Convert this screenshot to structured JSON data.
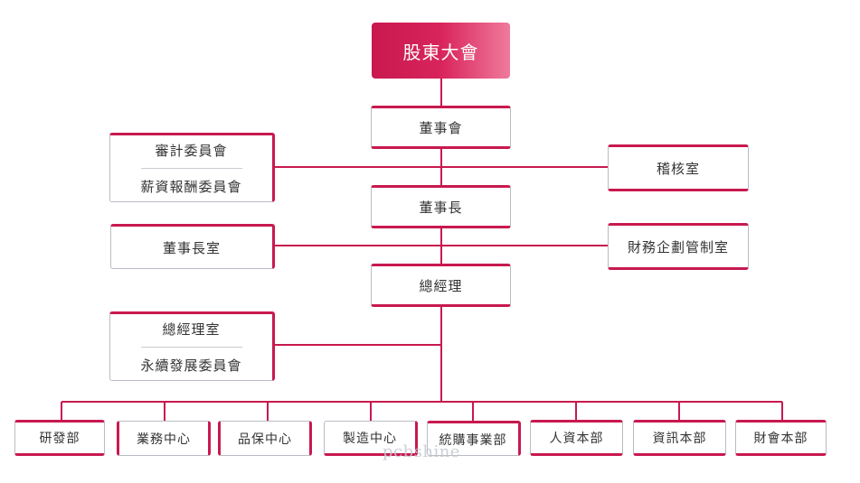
{
  "top": {
    "label": "股東大會"
  },
  "board": {
    "label": "董事會"
  },
  "chairman": {
    "label": "董事長"
  },
  "gm": {
    "label": "總經理"
  },
  "committees_left": {
    "line1": "審計委員會",
    "line2": "薪資報酬委員會"
  },
  "audit_office": {
    "label": "稽核室"
  },
  "chairman_office": {
    "label": "董事長室"
  },
  "finance_office": {
    "label": "財務企劃管制室"
  },
  "gm_office": {
    "line1": "總經理室",
    "line2": "永續發展委員會"
  },
  "departments": [
    "研發部",
    "業務中心",
    "品保中心",
    "製造中心",
    "統購事業部",
    "人資本部",
    "資訊本部",
    "財會本部"
  ],
  "watermark": "pcbshine",
  "colors": {
    "accent": "#c8194f",
    "line": "#c8194f",
    "border": "#b9bcc4"
  }
}
